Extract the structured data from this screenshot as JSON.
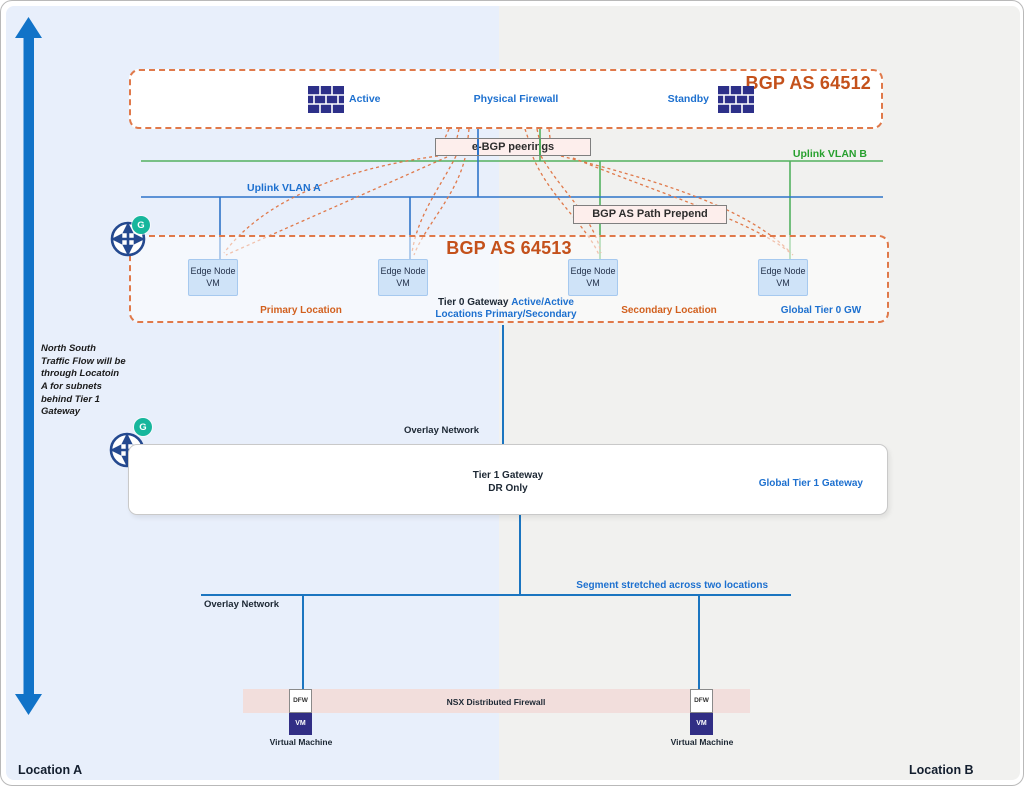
{
  "page": {
    "location_a": "Location A",
    "location_b": "Location B"
  },
  "as64512": {
    "title": "BGP AS 64512",
    "active": "Active",
    "physical_firewall": "Physical Firewall",
    "standby": "Standby"
  },
  "peering": {
    "ebgp": "e-BGP peerings",
    "prepend": "BGP AS Path Prepend"
  },
  "uplinks": {
    "vlan_a": "Uplink VLAN A",
    "vlan_b": "Uplink VLAN B"
  },
  "as64513": {
    "title": "BGP AS 64513",
    "edge_node": {
      "line1": "Edge Node",
      "line2": "VM"
    },
    "primary": "Primary Location",
    "tier0_black": "Tier 0 Gateway",
    "tier0_blue": "Active/Active",
    "tier0_blue2": "Locations Primary/Secondary",
    "secondary": "Secondary Location",
    "global_t0": "Global Tier 0 GW"
  },
  "gateway_badge": "G",
  "note": "North South\nTraffic Flow will be\nthrough Locatoin\nA for subnets\nbehind Tier 1\nGateway",
  "overlay": {
    "label1": "Overlay Network",
    "label2": "Overlay Network"
  },
  "tier1": {
    "line1": "Tier 1 Gateway",
    "line2": "DR Only",
    "global": "Global Tier 1 Gateway"
  },
  "segment": {
    "stretched": "Segment stretched across two locations"
  },
  "dfw": {
    "band": "NSX Distributed Firewall",
    "box": "DFW",
    "vm": "VM",
    "vm_label": "Virtual Machine"
  },
  "colors": {
    "orange_border": "#e0794a",
    "orange_text": "#c4511b",
    "blue_line": "#2e74c9",
    "blue_text": "#1d70cf",
    "green_line": "#53b15f",
    "green_text": "#27a02e",
    "teal_badge": "#17b69c",
    "indigo": "#312e85",
    "bg_location_a": "#e8effb",
    "bg_location_b": "#f1f1ef"
  }
}
